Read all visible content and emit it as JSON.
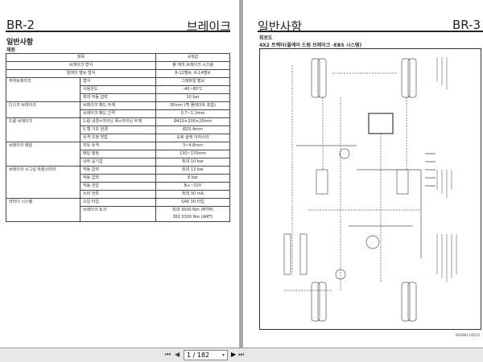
{
  "left_page": {
    "code": "BR-2",
    "chapter": "브레이크",
    "section": "일반사항",
    "subsection": "제원",
    "table": {
      "headers": [
        "항목",
        "규정값"
      ],
      "rows": [
        {
          "group": "",
          "item": "브레이크 형식",
          "value": "풀 에어 브레이크 시스템"
        },
        {
          "group": "",
          "item": "릴레이 밸브 형식",
          "value": "R-12밸브, R-14밸브"
        },
        {
          "group": "주차브레이크",
          "item": "형식",
          "value": "그래쥬얼 밸브"
        },
        {
          "group": "",
          "item": "사용온도",
          "value": "-40~80°C"
        },
        {
          "group": "",
          "item": "최대 작동 압력",
          "value": "10 bar"
        },
        {
          "group": "디스크 브레이크",
          "item": "브레이크 패드 두께",
          "value": "30mm (백 플레이트 포함)"
        },
        {
          "group": "",
          "item": "브레이크 패드 간격",
          "value": "0.7~1.1mm"
        },
        {
          "group": "드럼 브레이크",
          "item": "드럼 내경×라이닝 폭×라이닝 두께",
          "value": "Ø410×200×20mm"
        },
        {
          "group": "",
          "item": "S 캠 기초 원경",
          "value": "Ø25.4mm"
        },
        {
          "group": "",
          "item": "유격 조정 방법",
          "value": "오토 슬랙 어저스터"
        },
        {
          "group": "브레이크 페달",
          "item": "자유 유격",
          "value": "3~4.8mm"
        },
        {
          "group": "",
          "item": "페달 행정",
          "value": "130~170mm"
        },
        {
          "group": "",
          "item": "내부 공기압",
          "value": "최대 10 bar"
        },
        {
          "group": "브레이크 시그널 트랜스미터",
          "item": "작동 압력",
          "value": "최대 13 bar"
        },
        {
          "group": "",
          "item": "작동 압력",
          "value": "8 bar"
        },
        {
          "group": "",
          "item": "작동 전압",
          "value": "B+~32V"
        },
        {
          "group": "",
          "item": "소비 전류",
          "value": "최대 30 mA"
        },
        {
          "group": "리타더 시스템",
          "item": "오일 타입",
          "value": "SAE 30 타입"
        },
        {
          "group": "",
          "item": "브레이크 토크",
          "value": "최대 3500 Nm (MTM)",
          "value2": "최대 3300 Nm (AMT)"
        }
      ]
    }
  },
  "right_page": {
    "code": "BR-3",
    "chapter": "일반사항",
    "section": "회로도",
    "subtitle": "4X2 트랙터(풀에어 드럼 브레이크 -EBS 시스템)",
    "figure_code": "SDV8K1-00010"
  },
  "toolbar": {
    "page_display": "1 / 182"
  }
}
